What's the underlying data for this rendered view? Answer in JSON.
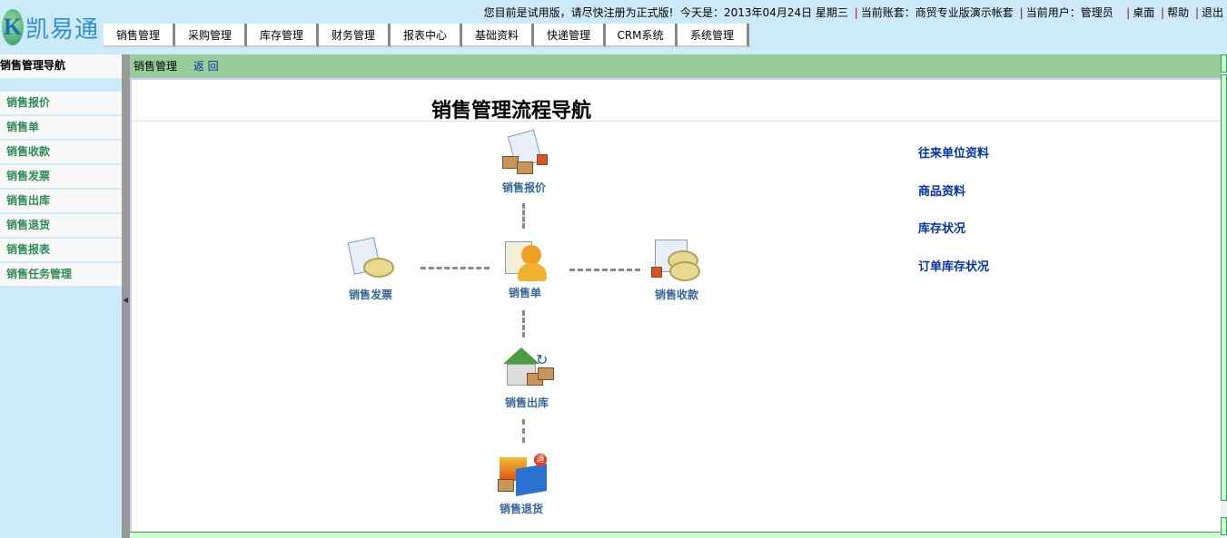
{
  "app": {
    "logo_letter": "K",
    "logo_text": "凯易通"
  },
  "topinfo": {
    "notice": "您目前是试用版，请尽快注册为正式版!",
    "date": "今天是：2013年04月24日  星期三",
    "account": "当前账套：商贸专业版演示帐套",
    "user": "当前用户：管理员",
    "desktop": "桌面",
    "help": "帮助",
    "logout": "退出"
  },
  "tabs": [
    "销售管理",
    "采购管理",
    "库存管理",
    "财务管理",
    "报表中心",
    "基础资料",
    "快递管理",
    "CRM系统",
    "系统管理"
  ],
  "sidebar": {
    "title": "销售管理导航",
    "items": [
      "销售报价",
      "销售单",
      "销售收款",
      "销售发票",
      "销售出库",
      "销售退货",
      "销售报表",
      "销售任务管理"
    ]
  },
  "breadcrumb": {
    "current": "销售管理",
    "back": "返 回"
  },
  "main": {
    "title": "销售管理流程导航",
    "nodes": {
      "quote": "销售报价",
      "order": "销售单",
      "invoice": "销售发票",
      "receipt": "销售收款",
      "outbound": "销售出库",
      "return": "销售退货"
    },
    "links": [
      "往来单位资料",
      "商品资料",
      "库存状况",
      "订单库存状况"
    ]
  }
}
